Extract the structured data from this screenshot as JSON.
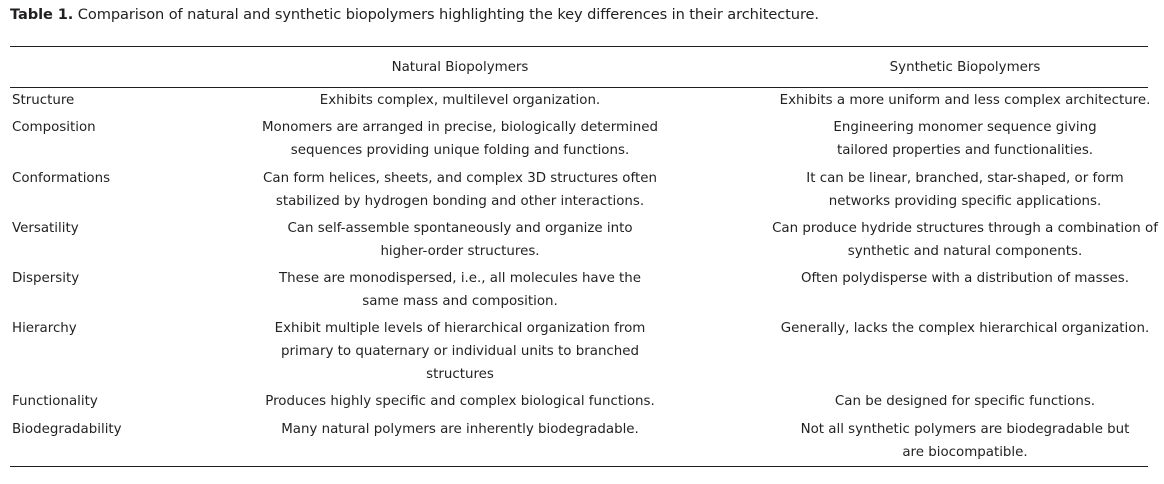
{
  "caption": {
    "label": "Table 1.",
    "text": "Comparison of natural and synthetic biopolymers highlighting the key differences in their architecture."
  },
  "table": {
    "headers": {
      "label": "",
      "natural": "Natural Biopolymers",
      "synthetic": "Synthetic Biopolymers"
    },
    "rows": [
      {
        "label": "Structure",
        "natural": "Exhibits complex, multilevel organization.",
        "synthetic": "Exhibits a more uniform and less complex architecture."
      },
      {
        "label": "Composition",
        "natural": "Monomers are arranged in precise, biologically determined sequences providing unique folding and functions.",
        "synthetic": "Engineering monomer sequence giving tailored properties and functionalities."
      },
      {
        "label": "Conformations",
        "natural": "Can form helices, sheets, and complex 3D structures often stabilized by hydrogen bonding and other interactions.",
        "synthetic": "It can be linear, branched, star-shaped, or form networks providing specific applications."
      },
      {
        "label": "Versatility",
        "natural": "Can self-assemble spontaneously and organize into higher-order structures.",
        "synthetic": "Can produce hydride structures through a combination of synthetic and natural components."
      },
      {
        "label": "Dispersity",
        "natural": "These are monodispersed, i.e., all molecules have the same mass and composition.",
        "synthetic": "Often polydisperse with a distribution of masses."
      },
      {
        "label": "Hierarchy",
        "natural": "Exhibit multiple levels of hierarchical organization from primary to quaternary or individual units to branched structures",
        "synthetic": "Generally, lacks the complex hierarchical organization."
      },
      {
        "label": "Functionality",
        "natural": "Produces highly specific and complex biological functions.",
        "synthetic": "Can be designed for specific functions."
      },
      {
        "label": "Biodegradability",
        "natural": "Many natural polymers are inherently biodegradable.",
        "synthetic": "Not all synthetic polymers are biodegradable but are biocompatible."
      }
    ]
  }
}
